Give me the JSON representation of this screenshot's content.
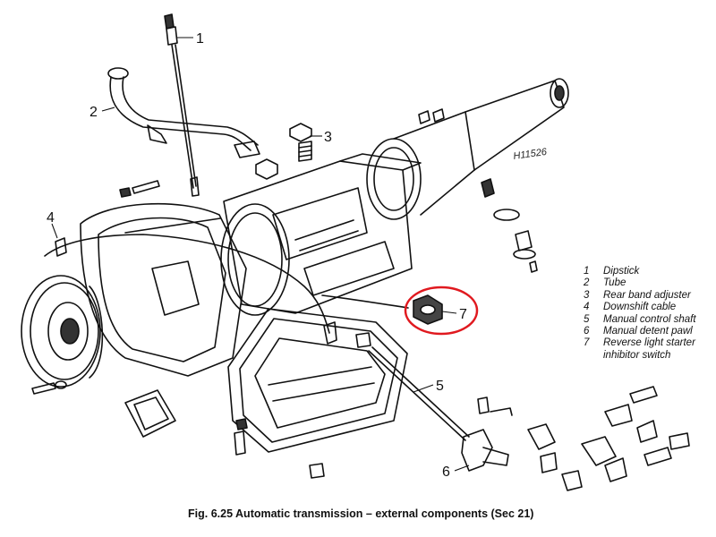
{
  "figure": {
    "caption": "Fig. 6.25 Automatic transmission – external components (Sec 21)",
    "drawing_code": "H11526",
    "highlight_color": "#e0191f",
    "ink_color": "#111111"
  },
  "callouts": [
    {
      "id": "1",
      "label": "1"
    },
    {
      "id": "2",
      "label": "2"
    },
    {
      "id": "3",
      "label": "3"
    },
    {
      "id": "4",
      "label": "4"
    },
    {
      "id": "5",
      "label": "5"
    },
    {
      "id": "6",
      "label": "6"
    },
    {
      "id": "7",
      "label": "7"
    }
  ],
  "legend": [
    {
      "num": "1",
      "text": "Dipstick"
    },
    {
      "num": "2",
      "text": "Tube"
    },
    {
      "num": "3",
      "text": "Rear band adjuster"
    },
    {
      "num": "4",
      "text": "Downshift cable"
    },
    {
      "num": "5",
      "text": "Manual control shaft"
    },
    {
      "num": "6",
      "text": "Manual detent pawl"
    },
    {
      "num": "7",
      "text": "Reverse light starter",
      "continuation": "inhibitor switch"
    }
  ]
}
